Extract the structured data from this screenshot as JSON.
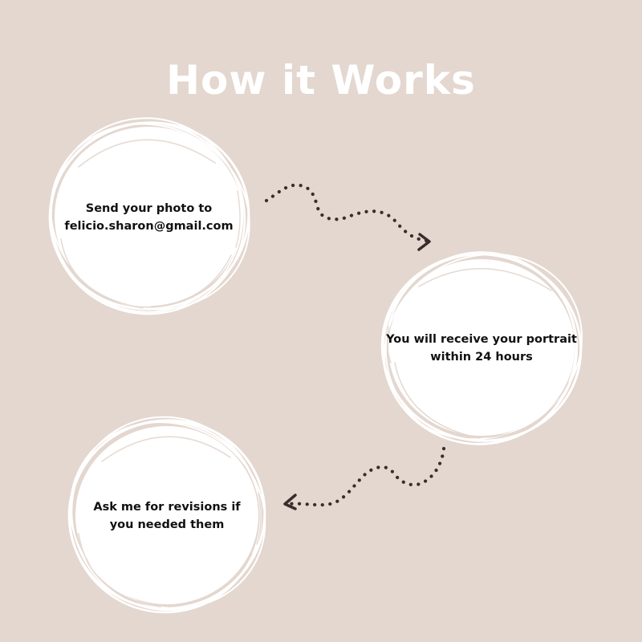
{
  "title": "How it Works",
  "colors": {
    "background": "#e3d7cf",
    "circle": "#ffffff",
    "arrow": "#3a2c2c",
    "text": "#111111"
  },
  "steps": [
    {
      "line1": "Send your photo to",
      "line2": "felicio.sharon@gmail.com"
    },
    {
      "line1": "You will receive your portrait",
      "line2": "within 24 hours"
    },
    {
      "line1": "Ask me for revisions if",
      "line2": "you needed them"
    }
  ],
  "icons": {
    "ring": "hand-drawn-circle-icon",
    "arrow": "dotted-curvy-arrow-icon"
  }
}
